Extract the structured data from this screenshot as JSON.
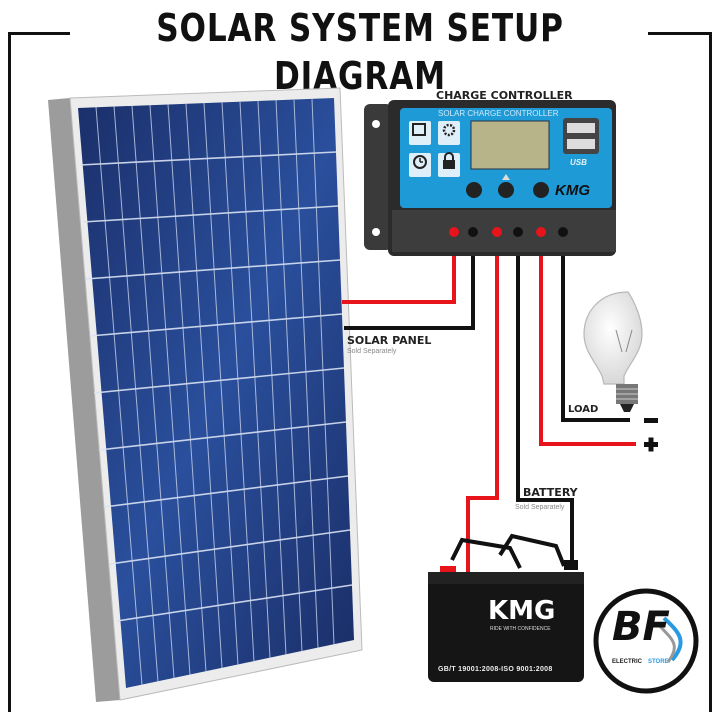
{
  "title": "SOLAR SYSTEM SETUP DIAGRAM",
  "components": {
    "charge_controller": {
      "label": "CHARGE CONTROLLER",
      "faceplate_text": "SOLAR CHARGE CONTROLLER",
      "brand": "KMG",
      "usb_label": "USB",
      "icons": [
        "mode-icon",
        "gear-icon",
        "clock-icon",
        "lock-icon"
      ],
      "colors": {
        "face": "#1e9ad6",
        "body": "#2b2b2b",
        "lcd": "#b8b48a"
      }
    },
    "solar_panel": {
      "label": "SOLAR PANEL",
      "note": "Sold Separately",
      "cell_color": "#1f3f86"
    },
    "battery": {
      "label": "BATTERY",
      "note": "Sold Separately",
      "brand": "KMG",
      "tagline": "RIDE WITH CONFIDENCE",
      "cert": "GB/T 19001:2008-ISO 9001:2008"
    },
    "load": {
      "label": "LOAD",
      "minus": "−",
      "plus": "+"
    }
  },
  "wires": {
    "positive_color": "#e8141b",
    "negative_color": "#111111"
  },
  "logo": {
    "initials": "BF",
    "text_left": "ELECTRIC",
    "text_right": "STORE",
    "accent": "#2a9ae0"
  }
}
